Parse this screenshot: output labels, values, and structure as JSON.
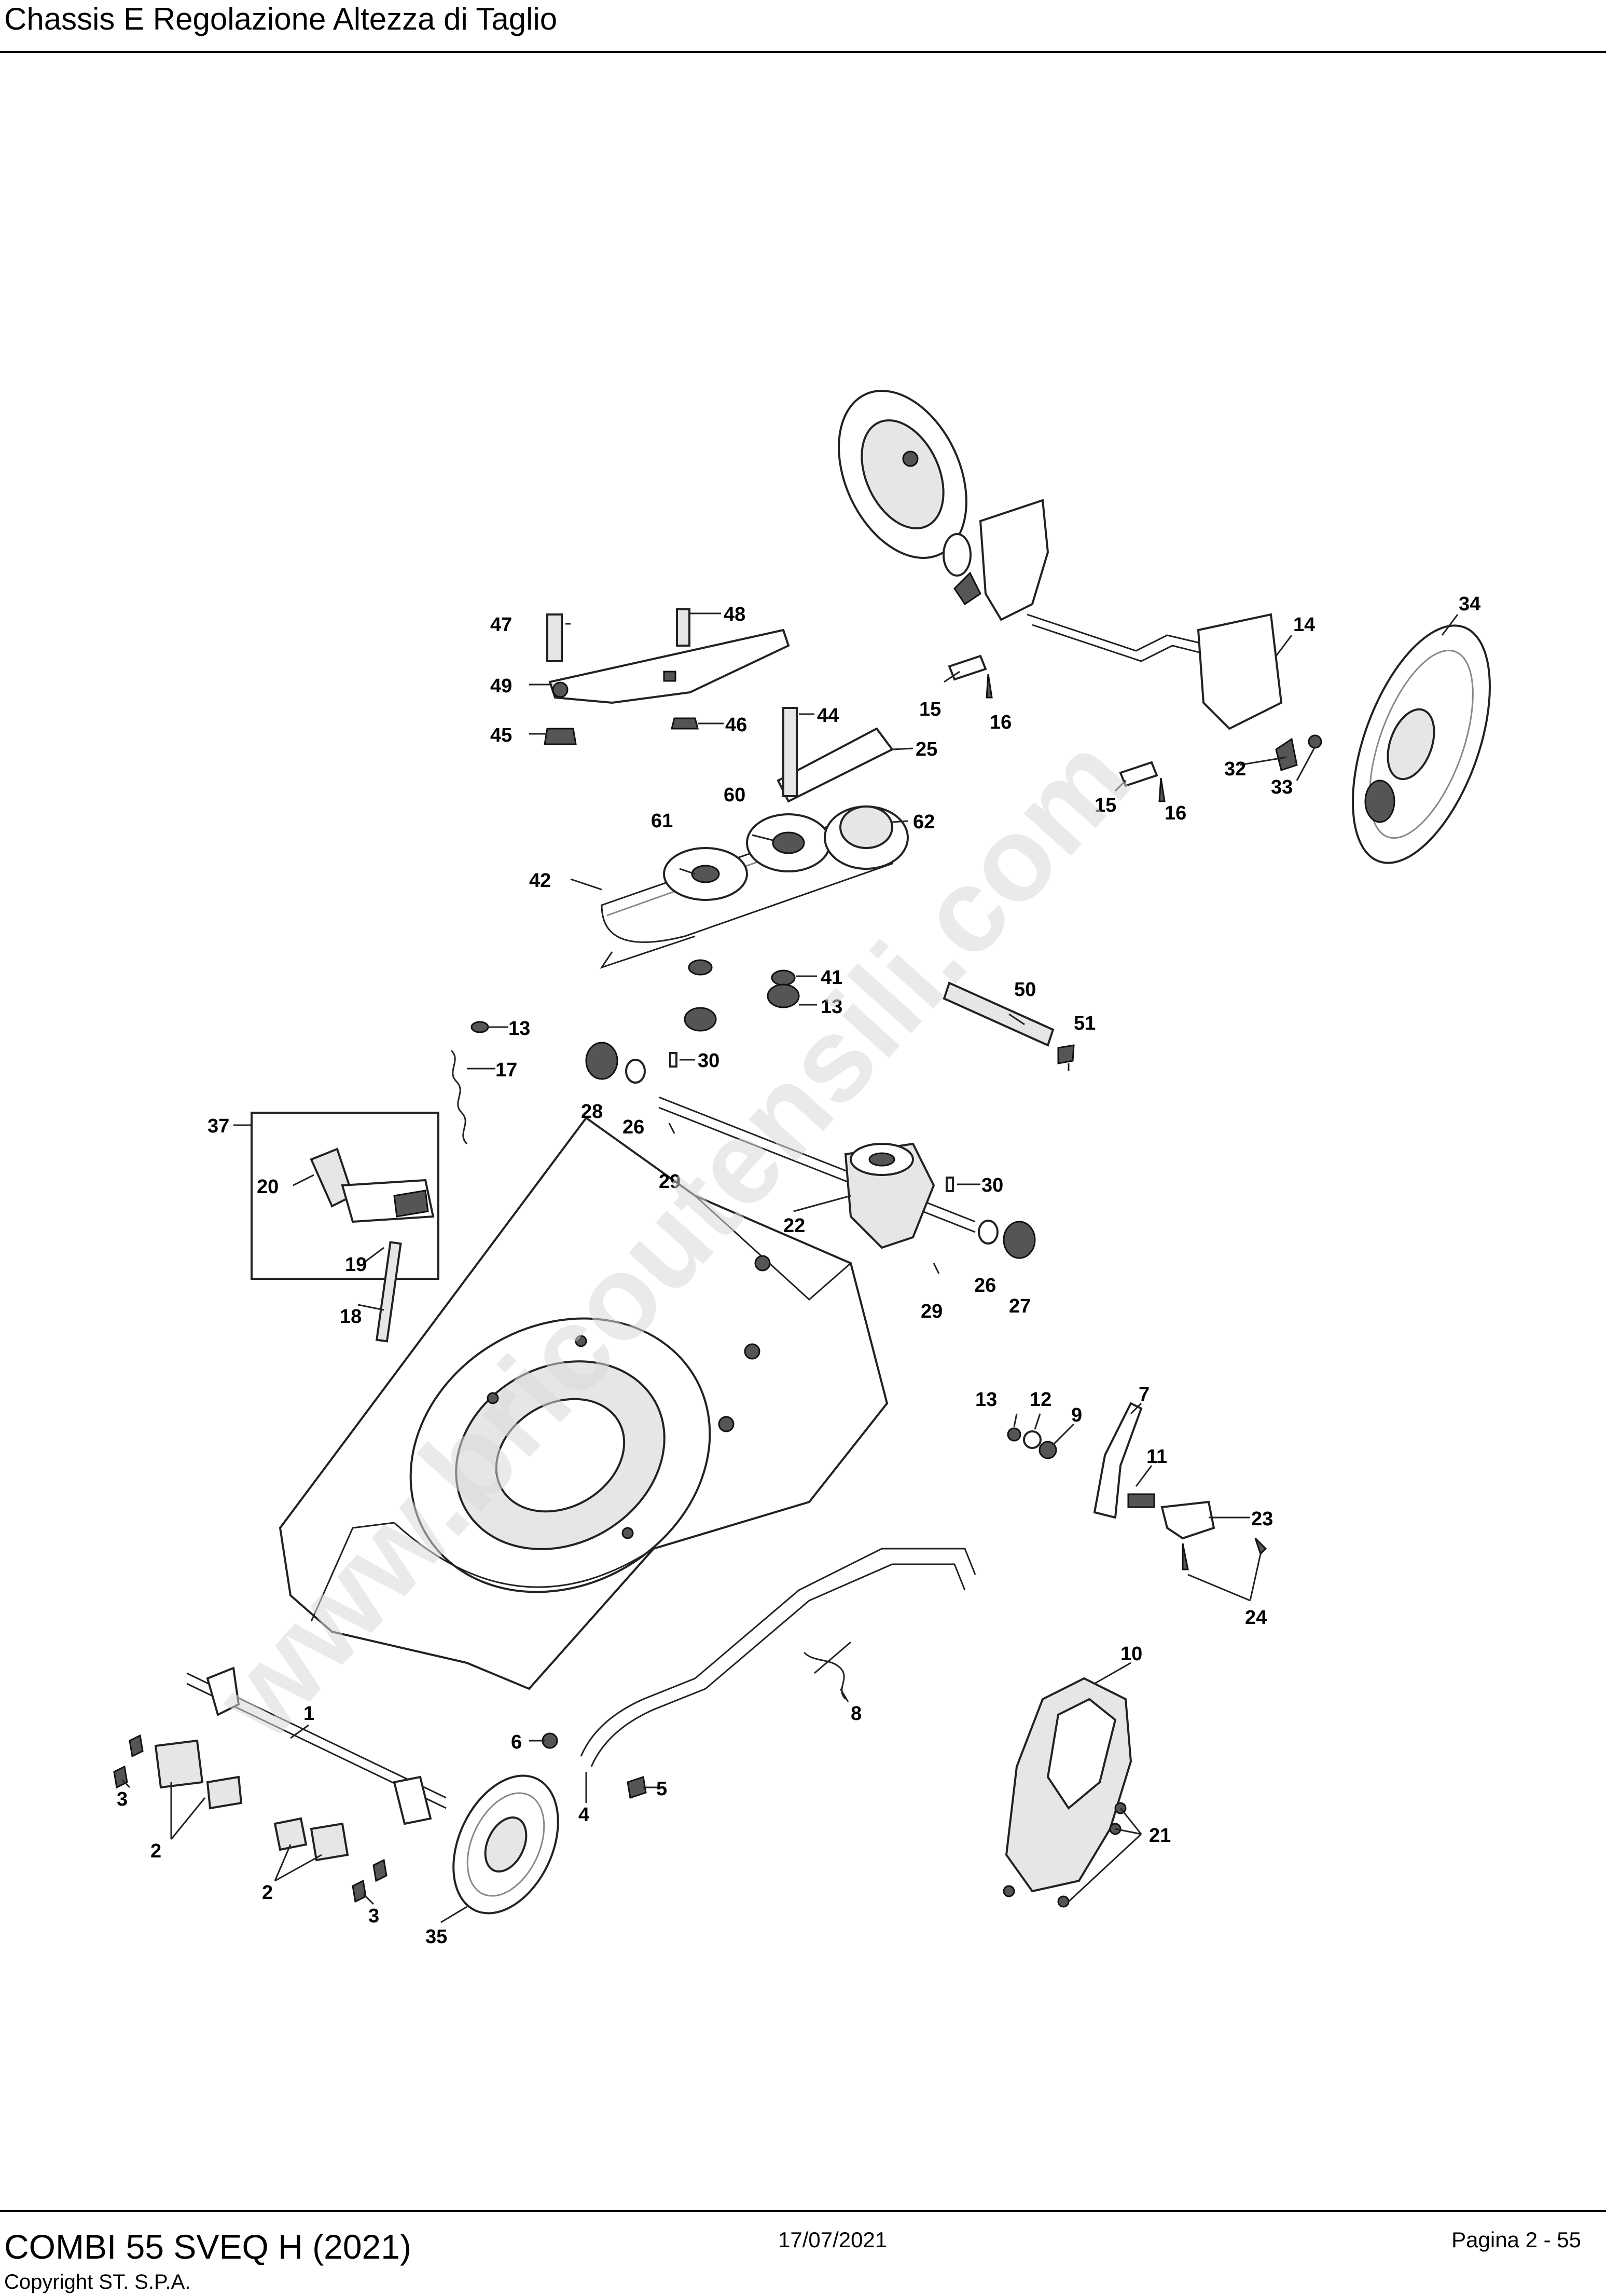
{
  "header": {
    "title": "Chassis E Regolazione Altezza di Taglio"
  },
  "footer": {
    "model": "COMBI 55 SVEQ H (2021)",
    "copyright": "Copyright ST. S.P.A.",
    "date": "17/07/2021",
    "page": "Pagina 2 - 55"
  },
  "watermark": {
    "text": "www.bricoutensili.com"
  },
  "callouts": {
    "c1": "1",
    "c2a": "2",
    "c2b": "2",
    "c3a": "3",
    "c3b": "3",
    "c4": "4",
    "c5": "5",
    "c6": "6",
    "c7": "7",
    "c8": "8",
    "c9": "9",
    "c10": "10",
    "c11": "11",
    "c12": "12",
    "c13a": "13",
    "c13b": "13",
    "c13c": "13",
    "c14": "14",
    "c15a": "15",
    "c15b": "15",
    "c16a": "16",
    "c16b": "16",
    "c17": "17",
    "c18": "18",
    "c19": "19",
    "c20": "20",
    "c21": "21",
    "c22": "22",
    "c23": "23",
    "c24": "24",
    "c25": "25",
    "c26a": "26",
    "c26b": "26",
    "c27": "27",
    "c28": "28",
    "c29a": "29",
    "c29b": "29",
    "c30a": "30",
    "c30b": "30",
    "c32": "32",
    "c33": "33",
    "c34": "34",
    "c35": "35",
    "c37": "37",
    "c41": "41",
    "c42": "42",
    "c44": "44",
    "c45": "45",
    "c46": "46",
    "c47": "47",
    "c48": "48",
    "c49": "49",
    "c50": "50",
    "c51": "51",
    "c60": "60",
    "c61": "61",
    "c62": "62"
  }
}
